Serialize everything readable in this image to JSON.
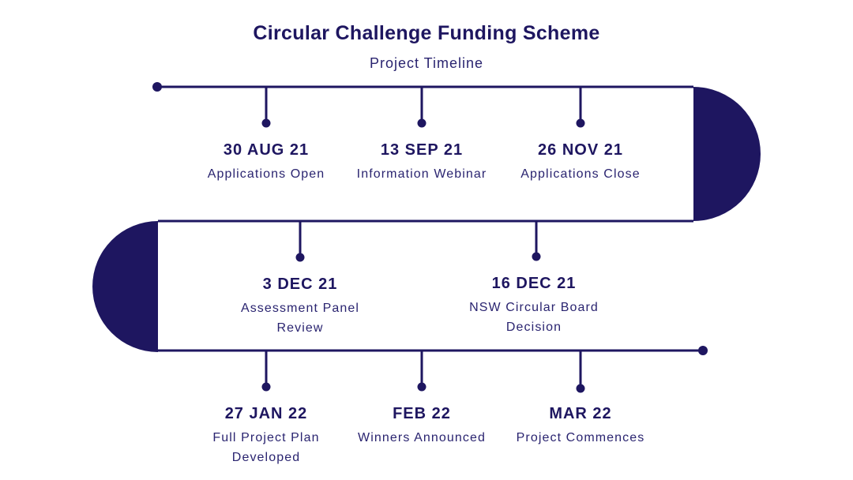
{
  "header": {
    "title": "Circular Challenge Funding Scheme",
    "subtitle": "Project Timeline"
  },
  "milestones": [
    {
      "date": "30 AUG 21",
      "label": "Applications Open"
    },
    {
      "date": "13 SEP 21",
      "label": "Information Webinar"
    },
    {
      "date": "26 NOV 21",
      "label": "Applications Close"
    },
    {
      "date": "3 DEC 21",
      "label": "Assessment Panel\nReview"
    },
    {
      "date": "16 DEC 21",
      "label": "NSW Circular Board\nDecision"
    },
    {
      "date": "27 JAN 22",
      "label": "Full Project Plan\nDeveloped"
    },
    {
      "date": "FEB 22",
      "label": "Winners Announced"
    },
    {
      "date": "MAR 22",
      "label": "Project Commences"
    }
  ],
  "colors": {
    "primary": "#1e1660",
    "text": "#2a2470",
    "background": "#ffffff"
  }
}
